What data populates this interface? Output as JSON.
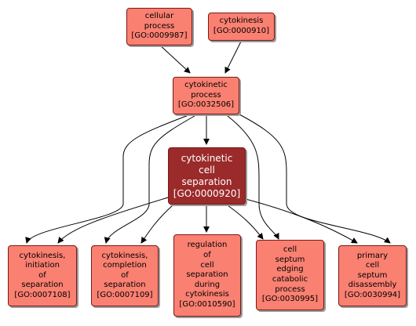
{
  "nodes": {
    "cellular_process": {
      "lines": [
        "cellular",
        "process",
        "[GO:0009987]"
      ]
    },
    "cytokinesis": {
      "lines": [
        "cytokinesis",
        "[GO:0000910]"
      ]
    },
    "cytokinetic_process": {
      "lines": [
        "cytokinetic",
        "process",
        "[GO:0032506]"
      ]
    },
    "cytokinetic_cell_separation": {
      "lines": [
        "cytokinetic",
        "cell",
        "separation",
        "[GO:0000920]"
      ]
    },
    "cytokinesis_initiation_of_separation": {
      "lines": [
        "cytokinesis,",
        "initiation",
        "of",
        "separation",
        "[GO:0007108]"
      ]
    },
    "cytokinesis_completion_of_separation": {
      "lines": [
        "cytokinesis,",
        "completion",
        "of",
        "separation",
        "[GO:0007109]"
      ]
    },
    "regulation_of_cell_separation_during_cytokinesis": {
      "lines": [
        "regulation",
        "of",
        "cell",
        "separation",
        "during",
        "cytokinesis",
        "[GO:0010590]"
      ]
    },
    "cell_septum_edging_catabolic_process": {
      "lines": [
        "cell",
        "septum",
        "edging",
        "catabolic",
        "process",
        "[GO:0030995]"
      ]
    },
    "primary_cell_septum_disassembly": {
      "lines": [
        "primary",
        "cell",
        "septum",
        "disassembly",
        "[GO:0030994]"
      ]
    }
  },
  "colors": {
    "node_fill": "#fa8072",
    "focus_fill": "#9b2a2a",
    "node_border": "#7a1a14",
    "edge": "#000000"
  }
}
